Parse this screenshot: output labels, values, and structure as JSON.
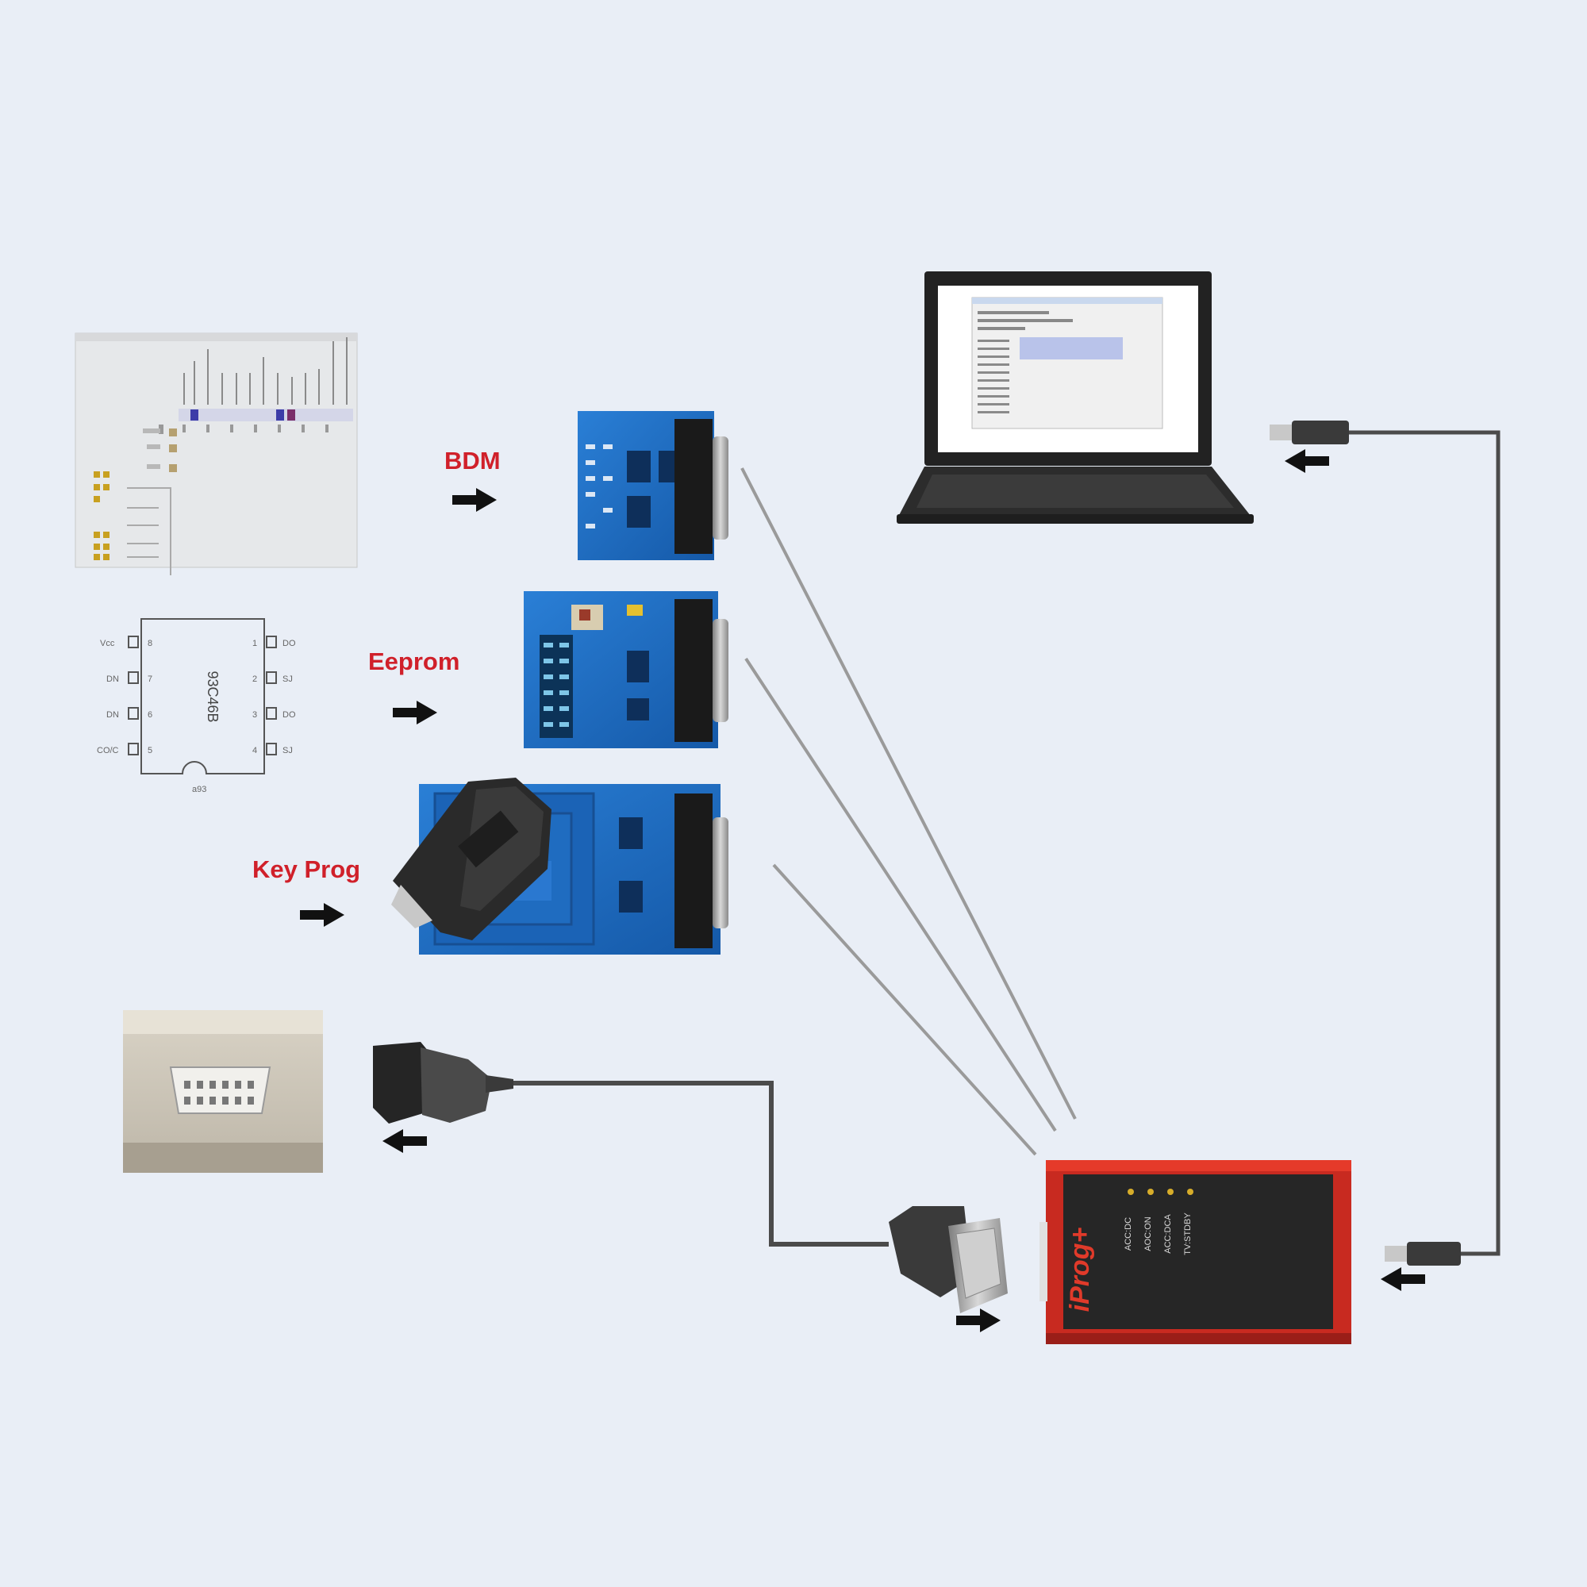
{
  "labels": {
    "bdm": "BDM",
    "eeprom": "Eeprom",
    "key_prog": "Key Prog"
  },
  "chip": {
    "part_number": "93C46B",
    "left_pins": [
      "Vcc",
      "DN",
      "DN",
      "CO/C"
    ],
    "right_pins": [
      "DO",
      "SJ",
      "DO",
      "SJ"
    ],
    "pin_numbers_left": [
      "8",
      "7",
      "6",
      "5"
    ],
    "pin_numbers_right": [
      "1",
      "2",
      "3",
      "4"
    ],
    "footnote": "a93"
  },
  "device": {
    "brand": "iProg+",
    "led_labels": [
      "TV:STDBY",
      "ACC:DCA",
      "AOC:ON",
      "ACC:DC"
    ]
  },
  "colors": {
    "background": "#e9eef6",
    "label_red": "#d0202a",
    "board_blue": "#1d6fc7",
    "device_red": "#d22a22",
    "device_black": "#2a2a2a",
    "cable": "#5a5a5a"
  }
}
